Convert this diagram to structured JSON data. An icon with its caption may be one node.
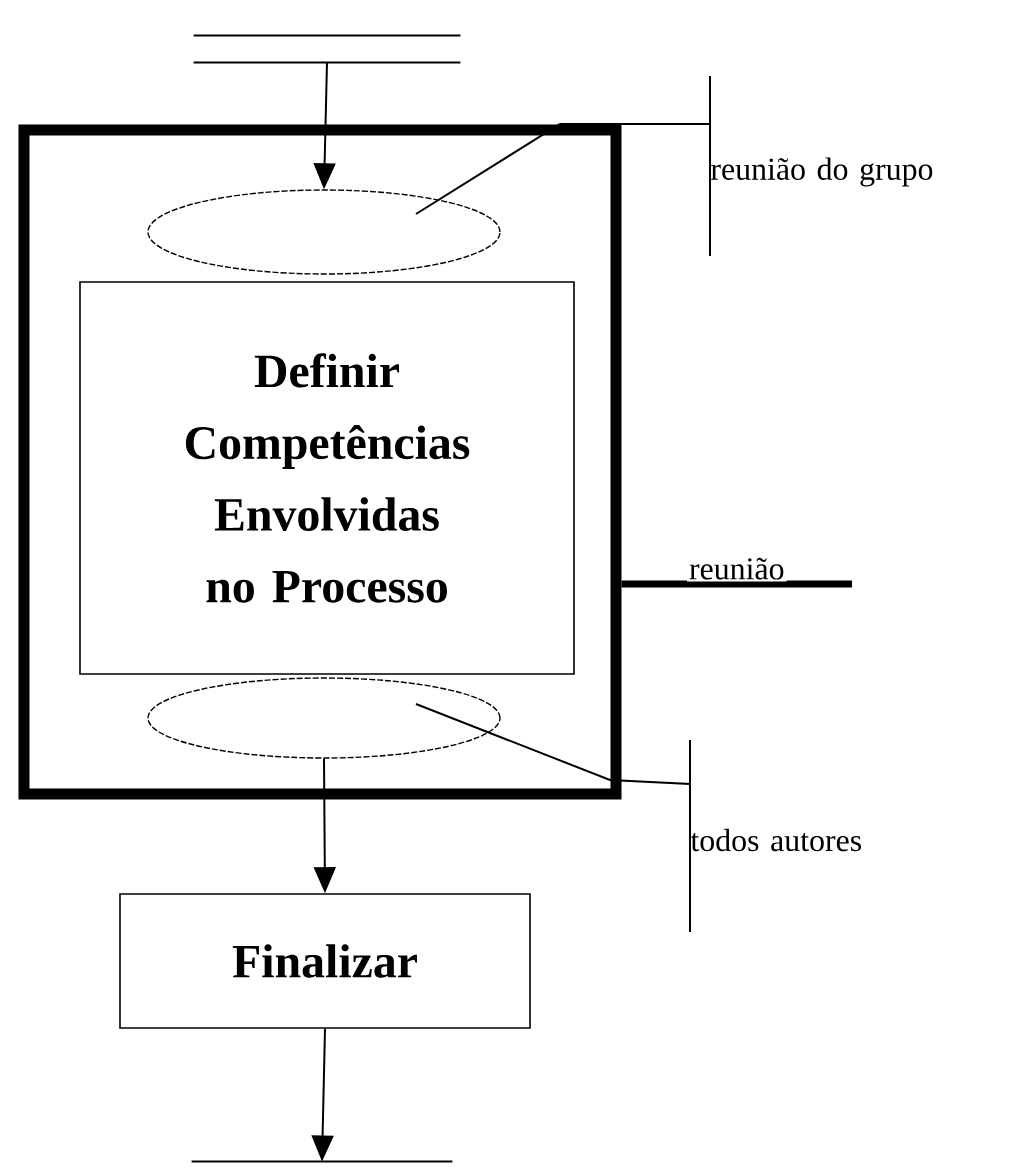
{
  "diagram": {
    "nodes": [
      {
        "text": [],
        "shape": "box"
      },
      {
        "text": [],
        "shape": "ellipse",
        "in": 0
      },
      {
        "text": [
          "Definir Competências Envolvidas no Processo"
        ],
        "in": 0
      },
      {
        "text": [],
        "shape": "ellipse",
        "in": 0
      },
      {
        "text": [
          "Finalizar"
        ]
      },
      {
        "text": [],
        "shape": "bar"
      },
      {
        "text": [],
        "shape": "bar"
      },
      {
        "text": [
          "reunião do grupo"
        ]
      },
      {
        "text": [
          "todos autores"
        ]
      }
    ],
    "edges": [
      {
        "from": 5,
        "to": 1,
        "arrow": "to"
      },
      {
        "from": 3,
        "to": 4,
        "arrow": "to"
      },
      {
        "from": 4,
        "to": 6,
        "arrow": "to"
      },
      {
        "from": 7,
        "to": 1,
        "arrow": "none"
      },
      {
        "from": 8,
        "to": 3,
        "arrow": "none"
      },
      {
        "from": 0,
        "to": null,
        "arrow": "none",
        "label": "reunião",
        "style": "thick"
      }
    ]
  }
}
